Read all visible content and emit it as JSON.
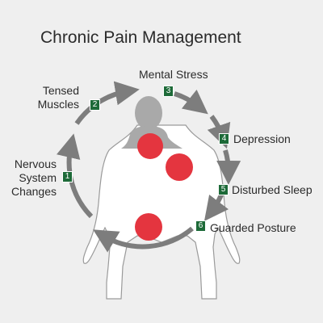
{
  "title": "Chronic Pain Management",
  "colors": {
    "background": "#efefef",
    "body_silhouette": "#ffffff",
    "body_outline": "#9a9a9a",
    "head_shoulders": "#a9a9a9",
    "pain_spot": "#e4353f",
    "cycle_arrow": "#7d7d7d",
    "badge": "#1d6a38"
  },
  "steps": [
    {
      "number": "1",
      "label": "Nervous\nSystem\nChanges"
    },
    {
      "number": "2",
      "label": "Tensed\nMuscles"
    },
    {
      "number": "3",
      "label": "Mental Stress"
    },
    {
      "number": "4",
      "label": "Depression"
    },
    {
      "number": "5",
      "label": "Disturbed Sleep"
    },
    {
      "number": "6",
      "label": "Guarded Posture"
    }
  ],
  "icons": [
    "human-back-figure",
    "pain-spot",
    "cycle-arrow"
  ]
}
